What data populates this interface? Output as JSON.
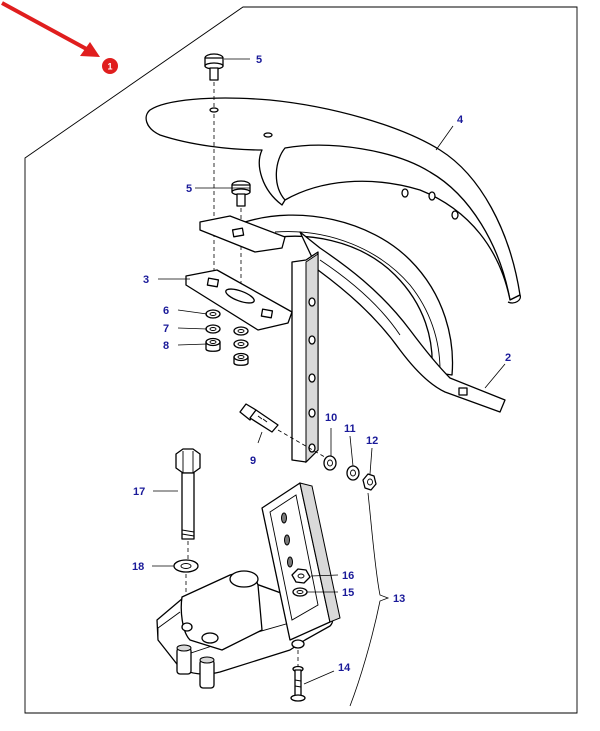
{
  "diagram": {
    "marker": {
      "label": "1",
      "color": "#e01e1e"
    },
    "callout_color": "#1a1a99",
    "callouts": [
      {
        "id": "c5a",
        "text": "5"
      },
      {
        "id": "c4",
        "text": "4"
      },
      {
        "id": "c5b",
        "text": "5"
      },
      {
        "id": "c3",
        "text": "3"
      },
      {
        "id": "c6",
        "text": "6"
      },
      {
        "id": "c7",
        "text": "7"
      },
      {
        "id": "c8",
        "text": "8"
      },
      {
        "id": "c2",
        "text": "2"
      },
      {
        "id": "c10",
        "text": "10"
      },
      {
        "id": "c11",
        "text": "11"
      },
      {
        "id": "c12",
        "text": "12"
      },
      {
        "id": "c9",
        "text": "9"
      },
      {
        "id": "c17",
        "text": "17"
      },
      {
        "id": "c18",
        "text": "18"
      },
      {
        "id": "c16",
        "text": "16"
      },
      {
        "id": "c15",
        "text": "15"
      },
      {
        "id": "c13",
        "text": "13"
      },
      {
        "id": "c14",
        "text": "14"
      }
    ]
  }
}
